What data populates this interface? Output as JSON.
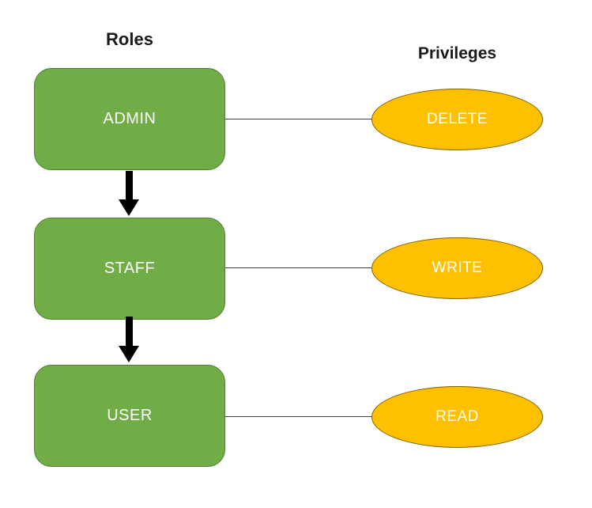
{
  "headings": {
    "roles": "Roles",
    "privileges": "Privileges"
  },
  "rows": [
    {
      "role": "ADMIN",
      "privilege": "DELETE"
    },
    {
      "role": "STAFF",
      "privilege": "WRITE"
    },
    {
      "role": "USER",
      "privilege": "READ"
    }
  ],
  "arrows": [
    {
      "from": "ADMIN",
      "to": "STAFF"
    },
    {
      "from": "STAFF",
      "to": "USER"
    }
  ],
  "colors": {
    "role_fill": "#70AD47",
    "role_border": "#507E32",
    "privilege_fill": "#FFC000",
    "privilege_border": "#7F6000",
    "connector": "#404040",
    "arrow": "#000000",
    "shape_text": "#ffffff",
    "heading_text": "#1a1a1a"
  }
}
